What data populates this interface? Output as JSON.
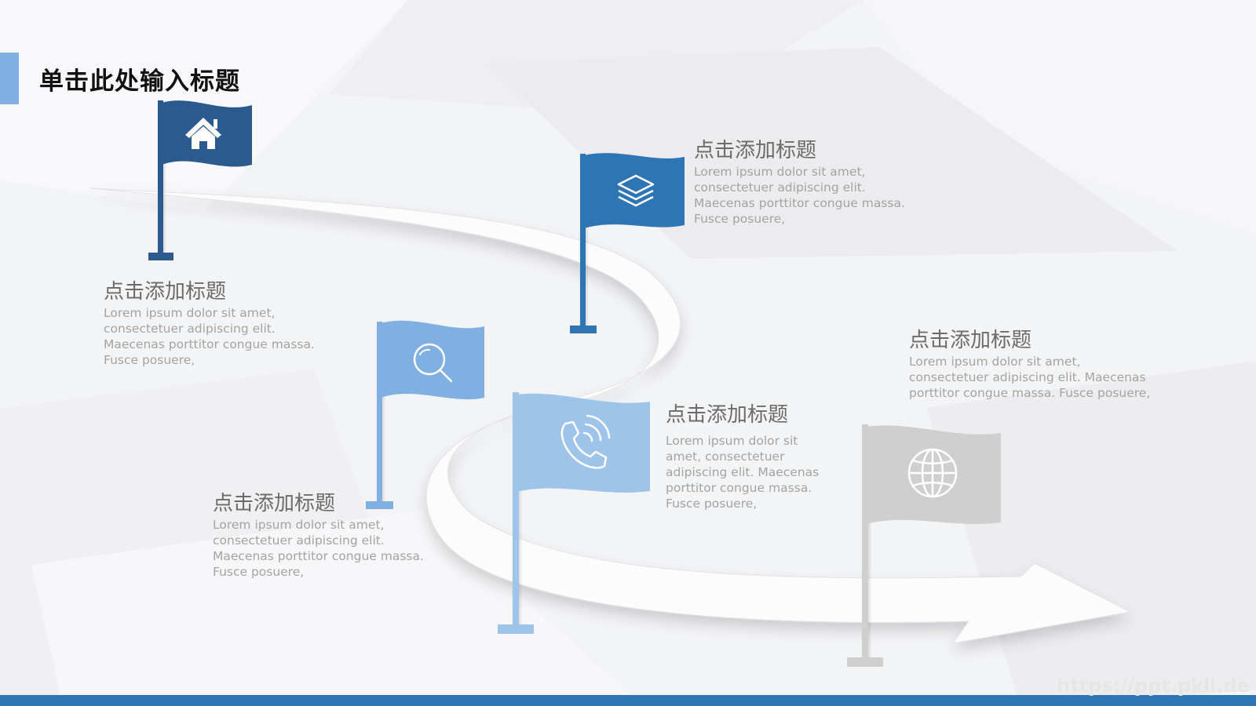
{
  "slide": {
    "title": "单击此处输入标题"
  },
  "colors": {
    "dark_blue": "#2b5a8e",
    "mid_blue": "#2e75b6",
    "light_blue": "#7fb0e1",
    "pale_blue": "#9ec4ea",
    "gray": "#cfcfcf",
    "text_gray": "#a3a3a3",
    "heading_gray": "#6b6b6b"
  },
  "flags": [
    {
      "icon": "home-icon"
    },
    {
      "icon": "search-icon"
    },
    {
      "icon": "layers-icon"
    },
    {
      "icon": "phone-icon"
    },
    {
      "icon": "globe-icon"
    }
  ],
  "blocks": [
    {
      "heading": "点击添加标题",
      "lines": [
        "Lorem ipsum dolor sit amet,",
        "consectetuer adipiscing elit.",
        "Maecenas porttitor congue massa.",
        "Fusce posuere,"
      ]
    },
    {
      "heading": "点击添加标题",
      "lines": [
        "Lorem ipsum dolor sit amet,",
        "consectetuer adipiscing elit.",
        "Maecenas porttitor congue massa.",
        "Fusce posuere,"
      ]
    },
    {
      "heading": "点击添加标题",
      "lines": [
        "Lorem ipsum dolor sit amet,",
        "consectetuer adipiscing elit.",
        "Maecenas porttitor congue massa.",
        "Fusce posuere,"
      ]
    },
    {
      "heading": "点击添加标题",
      "lines": [
        "Lorem ipsum dolor sit",
        "amet, consectetuer",
        "adipiscing elit. Maecenas",
        "porttitor congue massa.",
        "Fusce posuere,"
      ]
    },
    {
      "heading": "点击添加标题",
      "lines": [
        "Lorem ipsum dolor sit amet,",
        "consectetuer adipiscing elit. Maecenas",
        "porttitor congue massa. Fusce posuere,"
      ]
    }
  ],
  "watermark": "https://ppt.pkll.de"
}
